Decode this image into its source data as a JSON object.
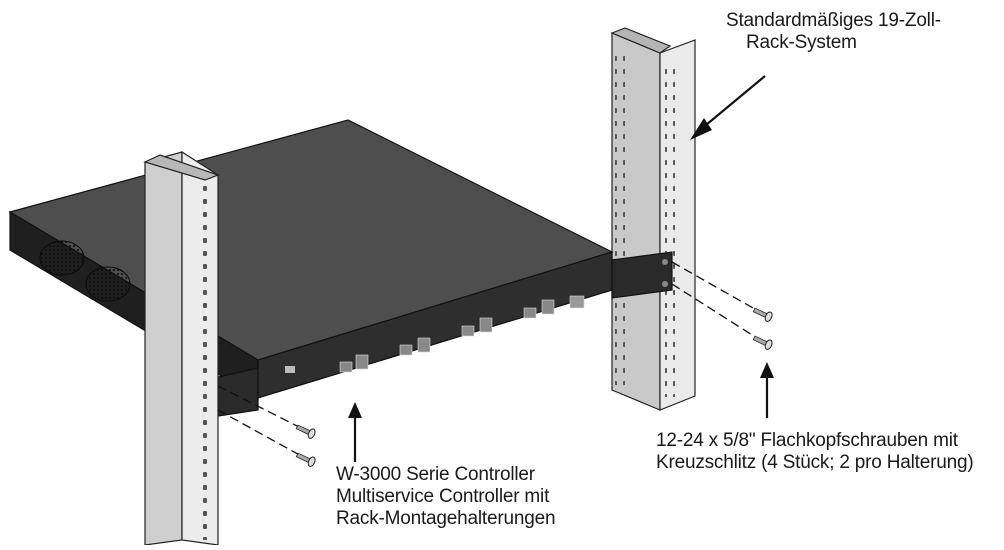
{
  "labels": {
    "rack": {
      "line1": "Standardmäßiges 19-Zoll-",
      "line2": "Rack-System"
    },
    "screws": {
      "line1": "12-24 x 5/8\" Flachkopfschrauben mit",
      "line2": "Kreuzschlitz (4 Stück; 2 pro Halterung)"
    },
    "controller": {
      "line1": "W-3000 Serie Controller",
      "line2": "Multiservice Controller mit",
      "line3": "Rack-Montagehalterungen"
    }
  },
  "colors": {
    "rail_face": "#d4d4d4",
    "rail_side": "#ececec",
    "chassis_top": "#4a4a4a",
    "chassis_front": "#2b2b2b",
    "chassis_side": "#1e1e1e",
    "line": "#111111"
  },
  "icons": {
    "rack_rail": "rack-rail-icon",
    "controller": "controller-chassis-icon",
    "screw": "screw-icon",
    "arrow": "arrow-icon"
  }
}
